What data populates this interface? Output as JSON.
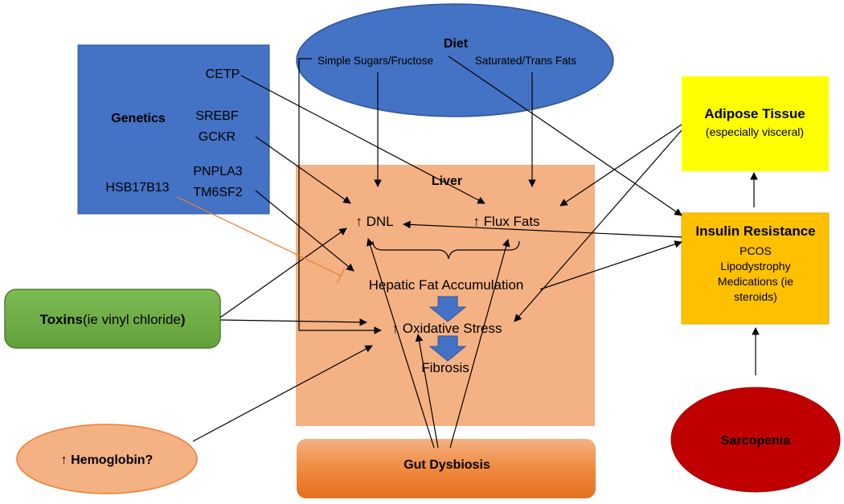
{
  "diet": {
    "title": "Diet",
    "sugars": "Simple Sugars/Fructose",
    "fats": "Saturated/Trans Fats",
    "color": "#4472C4"
  },
  "genetics": {
    "title": "Genetics",
    "cetp": "CETP",
    "srebf": "SREBF",
    "gckr": "GCKR",
    "hsb": "HSB17B13",
    "pnpla3": "PNPLA3",
    "tm6sf2": "TM6SF2",
    "color": "#4472C4"
  },
  "liver": {
    "title": "Liver",
    "dnl": "↑ DNL",
    "flux": "↑  Flux Fats",
    "accumulation": "Hepatic Fat Accumulation",
    "oxidative": "↑ Oxidative Stress",
    "fibrosis": "Fibrosis",
    "color": "#F4B183"
  },
  "adipose": {
    "title": "Adipose Tissue",
    "subtitle": "(especially visceral)",
    "color": "#FFFF00"
  },
  "insulin": {
    "title": "Insulin Resistance",
    "items": [
      "PCOS",
      "Lipodystrophy",
      "Medications (ie",
      "steroids)"
    ],
    "color": "#FFC000"
  },
  "toxins": {
    "title": "Toxins",
    "detail": "(ie vinyl chloride",
    "close": ")",
    "color": "#70AD47"
  },
  "hemoglobin": {
    "label": "↑ Hemoglobin?",
    "color": "#F4B183"
  },
  "gut": {
    "label": "Gut Dysbiosis",
    "color": "#ED7D31"
  },
  "sarcopenia": {
    "label": "Sarcopenia",
    "color": "#C00000"
  },
  "accent": {
    "flow_arrow": "#4472C4",
    "inhibit_line": "#ED7D31"
  }
}
